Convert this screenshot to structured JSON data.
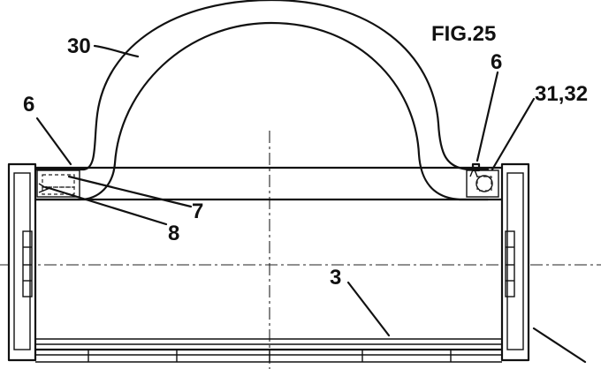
{
  "figure": {
    "title": "FIG.25"
  },
  "labels": {
    "handle": "30",
    "tab_left": "6",
    "tab_right": "6",
    "hinge_right": "31,32",
    "part_seven": "7",
    "part_eight": "8",
    "body": "3"
  }
}
